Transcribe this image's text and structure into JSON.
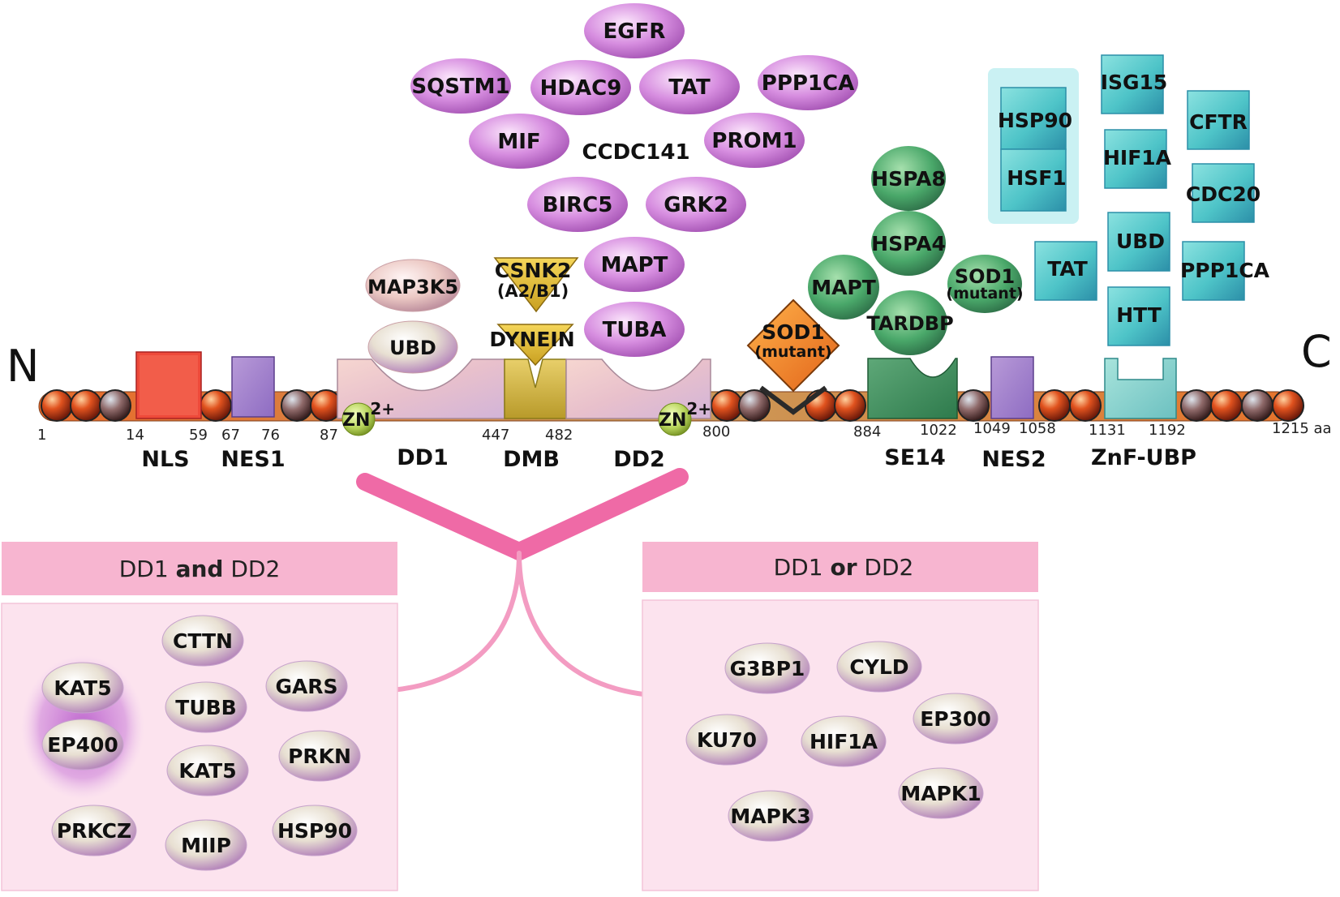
{
  "colors": {
    "pink_ellipse": "#d78ee0",
    "green_ellipse": "#4aa86a",
    "teal_square": "#4ec4c8",
    "orange_diamond": "#f08a2a",
    "group_header": "#f7b5d0",
    "group_body": "#fce3ee",
    "connector": "#f06aa8"
  },
  "termini": {
    "n": "N",
    "c": "C"
  },
  "positions": [
    "1",
    "14",
    "59",
    "67",
    "76",
    "87",
    "447",
    "482",
    "800",
    "884",
    "1022",
    "1049",
    "1058",
    "1131",
    "1192",
    "1215 aa"
  ],
  "domains": [
    "NLS",
    "NES1",
    "DD1",
    "DMB",
    "DD2",
    "SE14",
    "NES2",
    "ZnF-UBP"
  ],
  "zinc": {
    "base": "ZN",
    "sup": "2+"
  },
  "dmb_partners": {
    "csnk2": "CSNK2",
    "csnk2_sub": "(A2/B1)",
    "dynein": "DYNEIN"
  },
  "dd1_partners": [
    "MAP3K5",
    "UBD"
  ],
  "pink_cluster": [
    "EGFR",
    "SQSTM1",
    "HDAC9",
    "TAT",
    "PPP1CA",
    "MIF",
    "CCDC141",
    "PROM1",
    "BIRC5",
    "GRK2",
    "MAPT",
    "TUBA"
  ],
  "sod1_diamond": {
    "name": "SOD1",
    "sub": "(mutant)"
  },
  "green_cluster": [
    "HSPA8",
    "HSPA4",
    "MAPT",
    "TARDBP"
  ],
  "green_sod1": {
    "name": "SOD1",
    "sub": "(mutant)"
  },
  "teal_cluster": [
    "HSP90",
    "HSF1",
    "ISG15",
    "HIF1A",
    "CFTR",
    "CDC20",
    "TAT",
    "UBD",
    "PPP1CA",
    "HTT"
  ],
  "group_and": {
    "pre": "DD1 ",
    "mid": "and",
    "post": " DD2",
    "items": [
      "CTTN",
      "KAT5",
      "GARS",
      "TUBB",
      "EP400",
      "PRKN",
      "KAT5",
      "PRKCZ",
      "MIIP",
      "HSP90"
    ]
  },
  "group_or": {
    "pre": "DD1 ",
    "mid": "or",
    "post": " DD2",
    "items": [
      "G3BP1",
      "CYLD",
      "EP300",
      "KU70",
      "HIF1A",
      "MAPK1",
      "MAPK3"
    ]
  }
}
